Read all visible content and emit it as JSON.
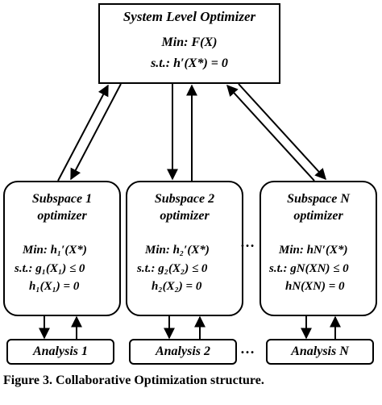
{
  "system": {
    "title": "System Level Optimizer",
    "min_label": "Min:",
    "min_expr": "F(X)",
    "st_label": "s.t.:",
    "st_expr": "h′(X*) = 0"
  },
  "subspaces": [
    {
      "title_line1": "Subspace 1",
      "title_line2": "optimizer",
      "min_label": "Min:",
      "min_expr": "h₁′(X*)",
      "st_label": "s.t.:",
      "st_expr": "g₁(X₁) ≤ 0",
      "eq_expr": "h₁(X₁) = 0"
    },
    {
      "title_line1": "Subspace 2",
      "title_line2": "optimizer",
      "min_label": "Min:",
      "min_expr": "h₂′(X*)",
      "st_label": "s.t.:",
      "st_expr": "g₂(X₂) ≤ 0",
      "eq_expr": "h₂(X₂) = 0"
    },
    {
      "title_line1": "Subspace N",
      "title_line2": "optimizer",
      "min_label": "Min:",
      "min_expr": "hN′(X*)",
      "st_label": "s.t.:",
      "st_expr": "gN(XN) ≤ 0",
      "eq_expr": "hN(XN) = 0"
    }
  ],
  "analyses": [
    "Analysis 1",
    "Analysis 2",
    "Analysis N"
  ],
  "ellipsis": "…",
  "caption": "Figure 3.  Collaborative Optimization structure."
}
